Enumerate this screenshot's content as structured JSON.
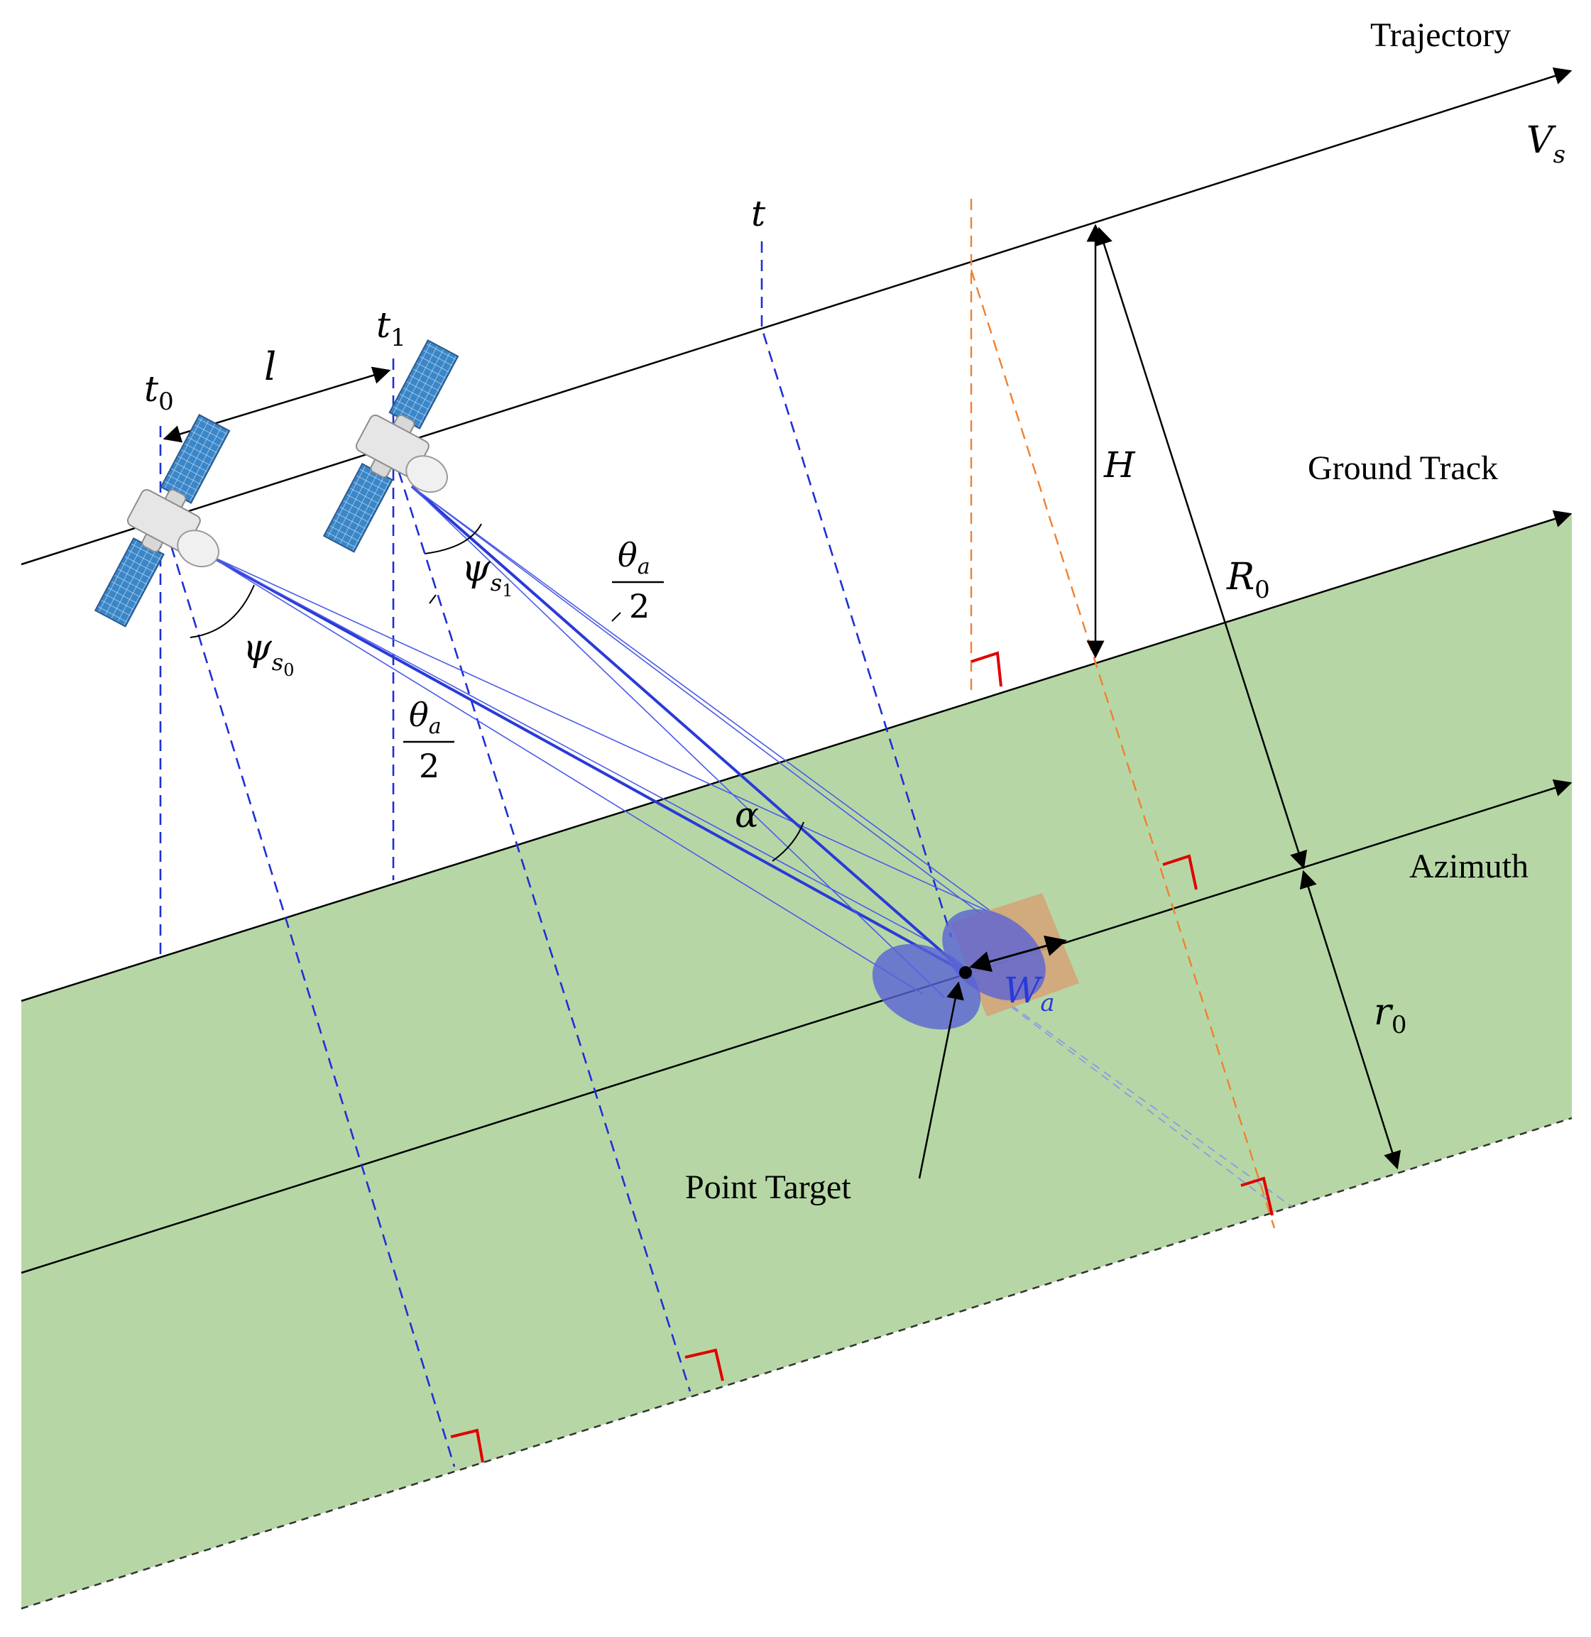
{
  "labels": {
    "trajectory": "Trajectory",
    "ground_track": "Ground Track",
    "azimuth": "Azimuth",
    "point_target": "Point Target"
  },
  "symbols": {
    "velocity": "V",
    "velocity_sub": "s",
    "time": "t",
    "time0_sub": "0",
    "time1_sub": "1",
    "spacing": "l",
    "height": "H",
    "slant_range": "R",
    "slant_range_sub": "0",
    "ground_range": "r",
    "ground_range_sub": "0",
    "beam_width": "W",
    "beam_width_sub": "a",
    "squint": "ψ",
    "squint_sub_s": "s",
    "squint_sub_0": "0",
    "squint_sub_1": "1",
    "half_beam_num": "θ",
    "half_beam_num_sub": "a",
    "half_beam_den": "2",
    "angle_alpha": "α"
  },
  "colors": {
    "ground": "#b6d7a5",
    "trajectory_line": "#000000",
    "vertical_guides": "#1f2fd6",
    "beam_lines": "#2a3ad8",
    "beam_footprint": "#5a63d6",
    "footprint_box": "#d4a57a",
    "orange_guide": "#f08030",
    "right_angle_marks": "#e00000",
    "solar_panel": "#3a86c8"
  },
  "icons": [
    "satellite-icon",
    "satellite-icon"
  ]
}
